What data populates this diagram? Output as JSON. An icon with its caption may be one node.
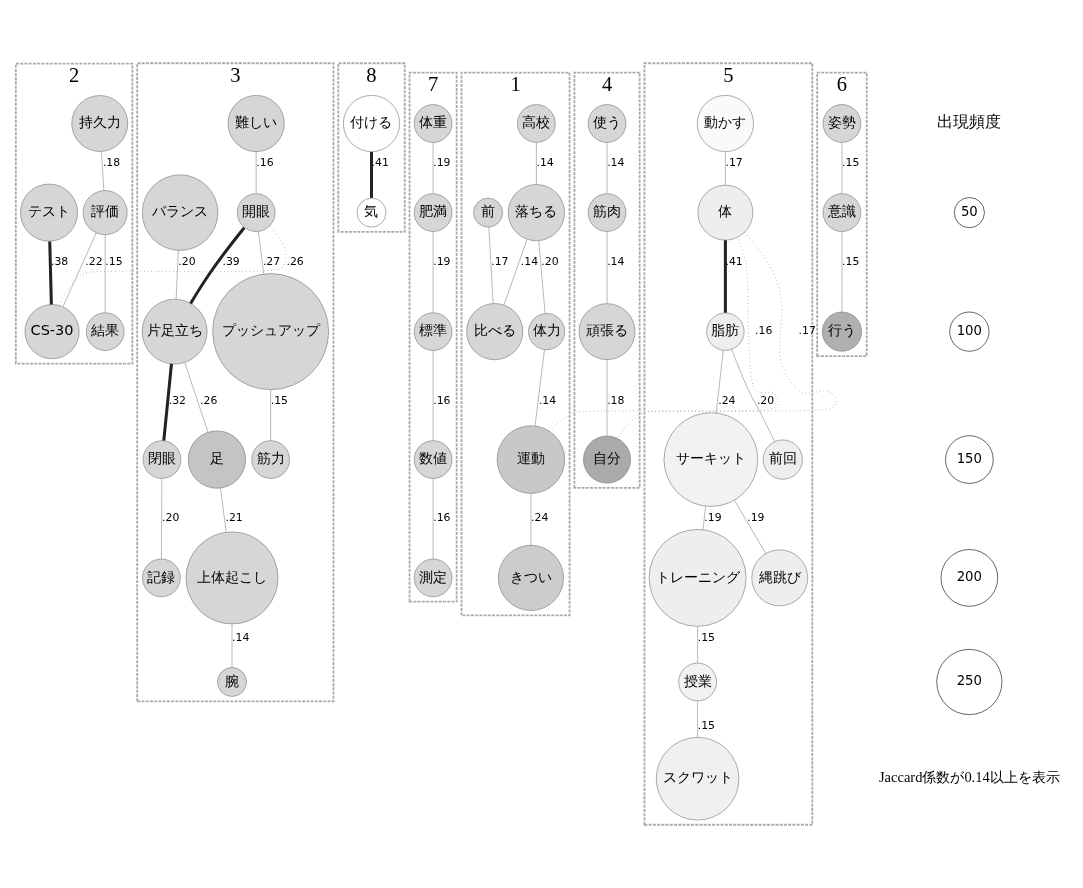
{
  "diagram": {
    "nodes": [
      {
        "text": [
          "2"
        ]
      },
      {
        "text": [
          "持久力"
        ],
        "in": 0
      },
      {
        "text": [
          "テスト"
        ],
        "in": 0
      },
      {
        "text": [
          "評価"
        ],
        "in": 0
      },
      {
        "text": [
          "CS-30"
        ],
        "in": 0
      },
      {
        "text": [
          "結果"
        ],
        "in": 0
      },
      {
        "text": [
          "3"
        ]
      },
      {
        "text": [
          "難しい"
        ],
        "in": 6
      },
      {
        "text": [
          "開眼"
        ],
        "in": 6
      },
      {
        "text": [
          "プッシュアップ"
        ],
        "in": 6
      },
      {
        "text": [
          "筋力"
        ],
        "in": 6
      },
      {
        "text": [
          "バランス"
        ],
        "in": 6
      },
      {
        "text": [
          "片足立ち"
        ],
        "in": 6
      },
      {
        "text": [
          "足"
        ],
        "in": 6
      },
      {
        "text": [
          "上体起こし"
        ],
        "in": 6
      },
      {
        "text": [
          "腕"
        ],
        "in": 6
      },
      {
        "text": [
          "閉眼"
        ],
        "in": 6
      },
      {
        "text": [
          "記録"
        ],
        "in": 6
      },
      {
        "text": [
          "8"
        ]
      },
      {
        "text": [
          "付ける"
        ],
        "in": 18
      },
      {
        "text": [
          "気"
        ],
        "in": 18
      },
      {
        "text": [
          "7"
        ]
      },
      {
        "text": [
          "体重"
        ],
        "in": 21
      },
      {
        "text": [
          "肥満"
        ],
        "in": 21
      },
      {
        "text": [
          "標準"
        ],
        "in": 21
      },
      {
        "text": [
          "数値"
        ],
        "in": 21
      },
      {
        "text": [
          "測定"
        ],
        "in": 21
      },
      {
        "text": [
          "1"
        ]
      },
      {
        "text": [
          "高校"
        ],
        "in": 27
      },
      {
        "text": [
          "落ちる"
        ],
        "in": 27
      },
      {
        "text": [
          "体力"
        ],
        "in": 27
      },
      {
        "text": [
          "前"
        ],
        "in": 27
      },
      {
        "text": [
          "比べる"
        ],
        "in": 27
      },
      {
        "text": [
          "運動"
        ],
        "in": 27
      },
      {
        "text": [
          "きつい"
        ],
        "in": 27
      },
      {
        "text": [
          "4"
        ]
      },
      {
        "text": [
          "使う"
        ],
        "in": 35
      },
      {
        "text": [
          "筋肉"
        ],
        "in": 35
      },
      {
        "text": [
          "頑張る"
        ],
        "in": 35
      },
      {
        "text": [
          "自分"
        ],
        "in": 35
      },
      {
        "text": [
          "5"
        ]
      },
      {
        "text": [
          "動かす"
        ],
        "in": 40
      },
      {
        "text": [
          "スクワット"
        ],
        "in": 40
      },
      {
        "text": [
          "体"
        ],
        "in": 40
      },
      {
        "text": [
          "授業"
        ],
        "in": 40
      },
      {
        "text": [
          "トレーニング"
        ],
        "in": 40
      },
      {
        "text": [
          "脂肪"
        ],
        "in": 40
      },
      {
        "text": [
          "サーキット"
        ],
        "in": 40
      },
      {
        "text": [
          "前回"
        ],
        "in": 40
      },
      {
        "text": [
          "縄跳び"
        ],
        "in": 40
      },
      {
        "text": [
          "6"
        ]
      },
      {
        "text": [
          "姿勢"
        ],
        "in": 50
      },
      {
        "text": [
          "意識"
        ],
        "in": 50
      },
      {
        "text": [
          "行う"
        ],
        "in": 50
      }
    ],
    "edges": [
      {
        "from": 1,
        "to": 3,
        "arrow": "none",
        "label": ".18"
      },
      {
        "from": 2,
        "to": 4,
        "arrow": "none",
        "label": ".38",
        "style": "thick",
        "color": "#222222"
      },
      {
        "from": 3,
        "to": 4,
        "arrow": "none",
        "label": ".22"
      },
      {
        "from": 3,
        "to": 5,
        "arrow": "none",
        "label": ".15"
      },
      {
        "from": 4,
        "to": 8,
        "arrow": "none",
        "label": ".26",
        "style": "dashed"
      },
      {
        "from": 7,
        "to": 8,
        "arrow": "none",
        "label": ".16"
      },
      {
        "from": 8,
        "to": 9,
        "arrow": "none",
        "label": ".27"
      },
      {
        "from": 9,
        "to": 10,
        "arrow": "none",
        "label": ".15"
      },
      {
        "from": 8,
        "to": 12,
        "arrow": "none",
        "label": ".39",
        "style": "thick",
        "color": "#222222"
      },
      {
        "from": 11,
        "to": 12,
        "arrow": "none",
        "label": ".20"
      },
      {
        "from": 12,
        "to": 13,
        "arrow": "none",
        "label": ".26"
      },
      {
        "from": 13,
        "to": 14,
        "arrow": "none",
        "label": ".21"
      },
      {
        "from": 14,
        "to": 15,
        "arrow": "none",
        "label": ".14"
      },
      {
        "from": 12,
        "to": 16,
        "arrow": "none",
        "label": ".32",
        "style": "thick",
        "color": "#222222"
      },
      {
        "from": 16,
        "to": 17,
        "arrow": "none",
        "label": ".20"
      },
      {
        "from": 19,
        "to": 20,
        "arrow": "none",
        "label": ".41",
        "style": "thick",
        "color": "#222222"
      },
      {
        "from": 22,
        "to": 23,
        "arrow": "none",
        "label": ".19"
      },
      {
        "from": 23,
        "to": 24,
        "arrow": "none",
        "label": ".19"
      },
      {
        "from": 24,
        "to": 25,
        "arrow": "none",
        "label": ".16"
      },
      {
        "from": 25,
        "to": 26,
        "arrow": "none",
        "label": ".16"
      },
      {
        "from": 28,
        "to": 29,
        "arrow": "none",
        "label": ".14"
      },
      {
        "from": 29,
        "to": 30,
        "arrow": "none",
        "label": ".20"
      },
      {
        "from": 29,
        "to": 32,
        "arrow": "none",
        "label": ".14"
      },
      {
        "from": 31,
        "to": 32,
        "arrow": "none",
        "label": ".17"
      },
      {
        "from": 30,
        "to": 33,
        "arrow": "none",
        "label": ".14"
      },
      {
        "from": 33,
        "to": 34,
        "arrow": "none",
        "label": ".24"
      },
      {
        "from": 33,
        "to": 43,
        "arrow": "none",
        "label": ".16",
        "style": "dashed"
      },
      {
        "from": 36,
        "to": 37,
        "arrow": "none",
        "label": ".14"
      },
      {
        "from": 37,
        "to": 38,
        "arrow": "none",
        "label": ".14"
      },
      {
        "from": 38,
        "to": 39,
        "arrow": "none",
        "label": ".18"
      },
      {
        "from": 43,
        "to": 39,
        "arrow": "none",
        "label": ".17",
        "style": "dashed"
      },
      {
        "from": 41,
        "to": 43,
        "arrow": "none",
        "label": ".17"
      },
      {
        "from": 43,
        "to": 46,
        "arrow": "none",
        "label": ".41",
        "style": "thick",
        "color": "#222222"
      },
      {
        "from": 46,
        "to": 47,
        "arrow": "none",
        "label": ".24"
      },
      {
        "from": 46,
        "to": 48,
        "arrow": "none",
        "label": ".20"
      },
      {
        "from": 47,
        "to": 45,
        "arrow": "none",
        "label": ".19"
      },
      {
        "from": 47,
        "to": 49,
        "arrow": "none",
        "label": ".19"
      },
      {
        "from": 45,
        "to": 44,
        "arrow": "none",
        "label": ".15"
      },
      {
        "from": 44,
        "to": 42,
        "arrow": "none",
        "label": ".15"
      },
      {
        "from": 51,
        "to": 52,
        "arrow": "none",
        "label": ".15"
      },
      {
        "from": 52,
        "to": 53,
        "arrow": "none",
        "label": ".15"
      }
    ],
    "labels": [
      "出現頻度",
      "Jaccard係数が0.14以上を表示"
    ],
    "legend": [
      {
        "text": "50"
      },
      {
        "text": "100"
      },
      {
        "text": "150"
      },
      {
        "text": "200"
      },
      {
        "text": "250"
      }
    ]
  }
}
